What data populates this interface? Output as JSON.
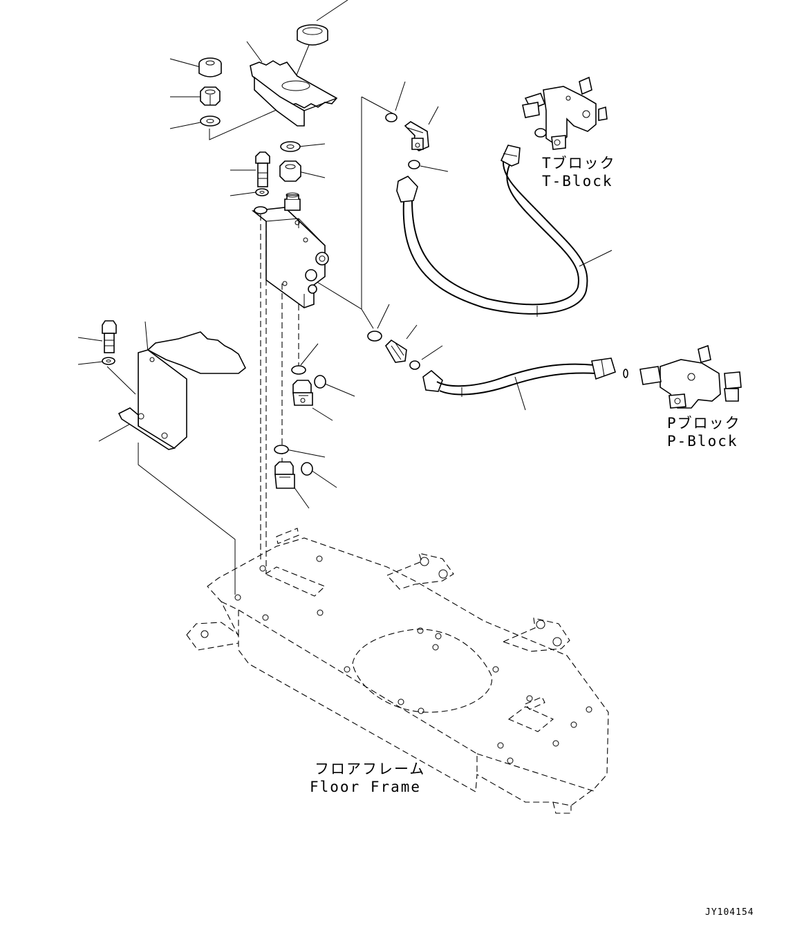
{
  "labels": {
    "t_block_jp": "Tブロック",
    "t_block_en": "T-Block",
    "p_block_jp": "Pブロック",
    "p_block_en": "P-Block",
    "floor_frame_jp": "フロアフレーム",
    "floor_frame_en": "Floor Frame"
  },
  "drawing_code": "JY104154"
}
